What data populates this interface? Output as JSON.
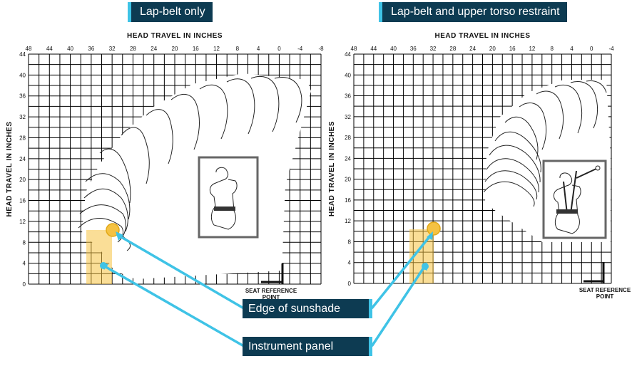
{
  "left_panel": {
    "title": "Lap-belt only",
    "x_axis_label": "HEAD TRAVEL IN INCHES",
    "y_axis_label": "HEAD TRAVEL IN INCHES",
    "x_ticks": [
      "48",
      "44",
      "40",
      "36",
      "32",
      "28",
      "24",
      "20",
      "16",
      "12",
      "8",
      "4",
      "0",
      "-4",
      "-8"
    ],
    "y_ticks": [
      "44",
      "40",
      "36",
      "32",
      "28",
      "24",
      "20",
      "16",
      "12",
      "8",
      "4",
      "0"
    ],
    "seat_reference_label": [
      "SEAT REFERENCE",
      "POINT"
    ]
  },
  "right_panel": {
    "title": "Lap-belt and upper torso restraint",
    "x_axis_label": "HEAD TRAVEL IN INCHES",
    "y_axis_label": "HEAD TRAVEL IN INCHES",
    "x_ticks": [
      "48",
      "44",
      "40",
      "36",
      "32",
      "28",
      "24",
      "20",
      "16",
      "12",
      "8",
      "4",
      "0",
      "-4"
    ],
    "y_ticks": [
      "44",
      "40",
      "36",
      "32",
      "28",
      "24",
      "20",
      "16",
      "12",
      "8",
      "4",
      "0"
    ],
    "seat_reference_label": [
      "SEAT REFERENCE",
      "POINT"
    ]
  },
  "callouts": {
    "sunshade": "Edge of sunshade",
    "instrument_panel": "Instrument panel"
  },
  "colors": {
    "label_bg": "#0d3b52",
    "accent": "#3fc3e6",
    "highlight": "#f5c242",
    "grid": "#000000"
  }
}
